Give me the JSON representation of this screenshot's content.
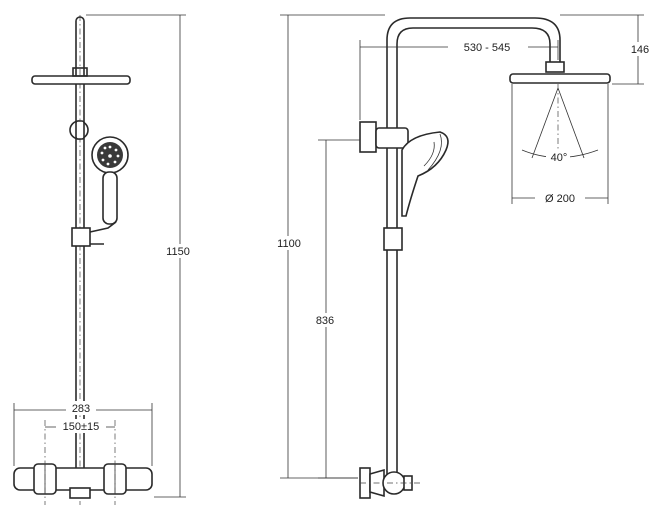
{
  "dimensions": {
    "total_height": "1150",
    "rail_height": "1100",
    "outlet_height": "836",
    "valve_width": "283",
    "inlet_centers": "150±15",
    "arm_reach": "530 - 545",
    "head_height": "146",
    "spray_angle": "40°",
    "head_diameter": "Ø 200"
  }
}
